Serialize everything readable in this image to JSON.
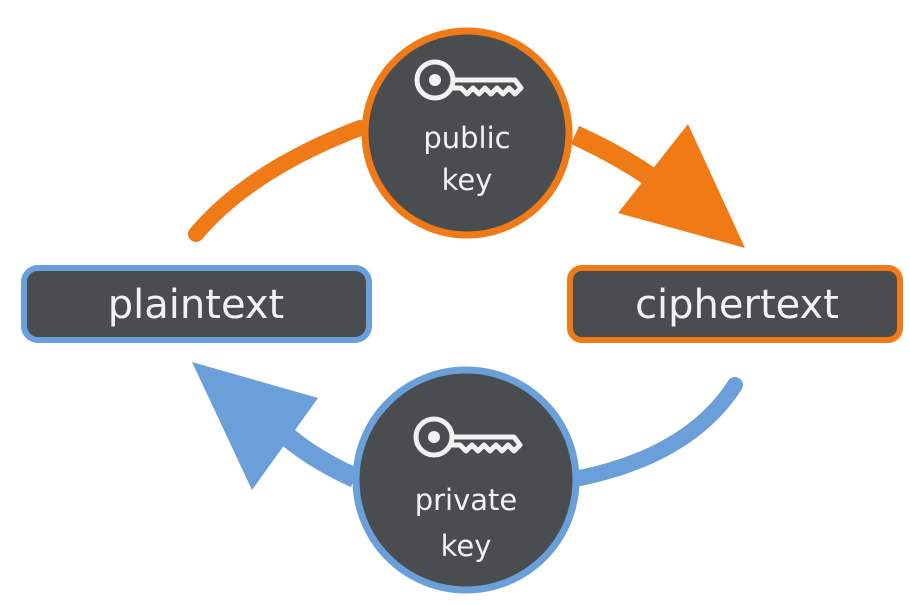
{
  "colors": {
    "encrypt_accent": "#f07a16",
    "decrypt_accent": "#6a9fd9",
    "node_fill": "#4a4d4f",
    "text": "#f2f2f2",
    "background": "#ffffff"
  },
  "nodes": {
    "plaintext": {
      "label": "plaintext"
    },
    "ciphertext": {
      "label": "ciphertext"
    },
    "public_key": {
      "line1": "public",
      "line2": "key",
      "icon": "key-icon"
    },
    "private_key": {
      "line1": "private",
      "line2": "key",
      "icon": "key-icon"
    }
  },
  "edges": [
    {
      "from": "plaintext",
      "to": "ciphertext",
      "via": "public key",
      "color": "#f07a16"
    },
    {
      "from": "ciphertext",
      "to": "plaintext",
      "via": "private key",
      "color": "#6a9fd9"
    }
  ]
}
